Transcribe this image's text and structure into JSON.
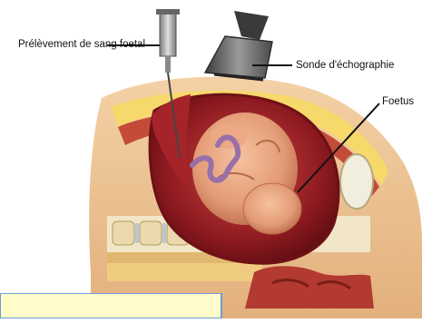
{
  "labels": {
    "sampling": "Prélèvement de sang foetal",
    "probe": "Sonde d'échographie",
    "fetus": "Foetus"
  },
  "caption": ""
}
